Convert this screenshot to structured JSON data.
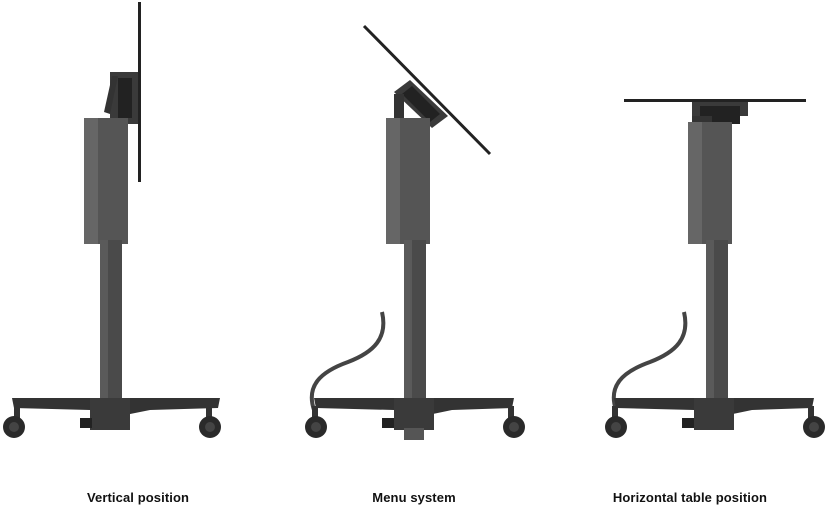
{
  "colors": {
    "stand": "#4a4a4a",
    "stand_dark": "#2c2c2c",
    "cabinet": "#555555",
    "screen": "#222222",
    "caption": "#111111"
  },
  "panels": [
    {
      "caption": "Vertical position",
      "icon": "vertical-stand-icon"
    },
    {
      "caption": "Menu system",
      "icon": "tilted-stand-icon"
    },
    {
      "caption": "Horizontal table position",
      "icon": "horizontal-stand-icon"
    }
  ]
}
